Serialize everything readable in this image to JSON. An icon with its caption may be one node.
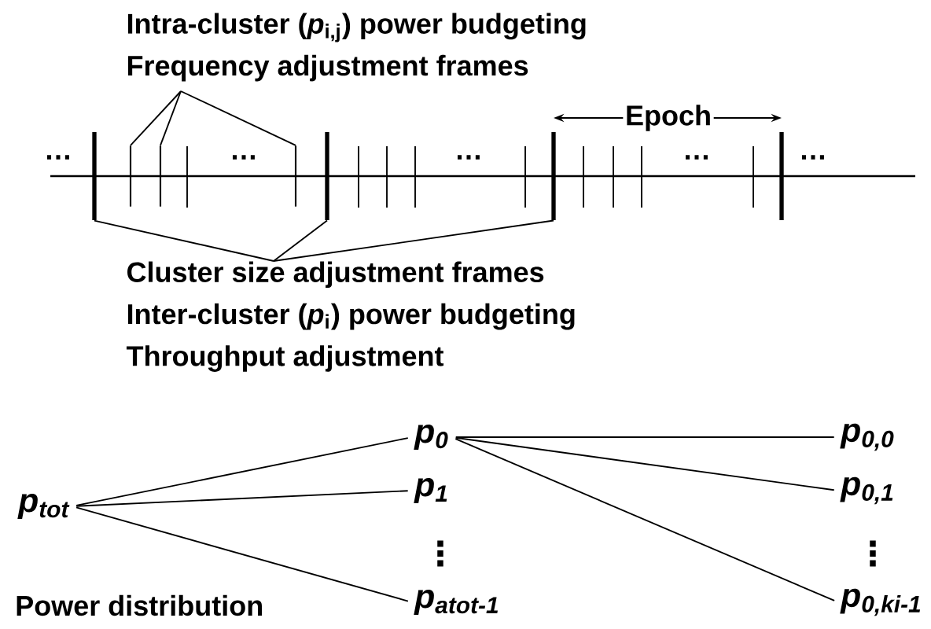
{
  "diagram": {
    "nodes": [
      {
        "text": [
          "Intra-cluster (*p*$_{i,j}$) power budgeting",
          "Frequency adjustment frames"
        ]
      },
      {
        "text": [],
        "shape": "bar"
      },
      {
        "text": [],
        "shape": "bar"
      },
      {
        "text": [],
        "shape": "bar"
      },
      {
        "text": [],
        "shape": "bar"
      },
      {
        "text": [],
        "shape": "bar"
      },
      {
        "text": [],
        "shape": "bar"
      },
      {
        "text": [
          "Cluster size adjustment frames",
          "Inter-cluster (*p*$_{i}$) power budgeting",
          "Throughput adjustment"
        ]
      },
      {
        "text": [
          "p$_{tot}$"
        ]
      },
      {
        "text": [
          "p$_{0}$"
        ]
      },
      {
        "text": [
          "p$_{1}$"
        ]
      },
      {
        "text": [
          "p$_{atot-1}$"
        ]
      },
      {
        "text": [
          "p$_{0,0}$"
        ]
      },
      {
        "text": [
          "p$_{0,1}$"
        ]
      },
      {
        "text": [
          "p$_{0,ki-1}$"
        ]
      }
    ],
    "edges": [
      {
        "from": 0,
        "to": 2,
        "arrow": "none"
      },
      {
        "from": 0,
        "to": 3,
        "arrow": "none"
      },
      {
        "from": 0,
        "to": 4,
        "arrow": "none"
      },
      {
        "from": 7,
        "to": 1,
        "arrow": "none"
      },
      {
        "from": 7,
        "to": 5,
        "arrow": "none"
      },
      {
        "from": 7,
        "to": 6,
        "arrow": "none"
      },
      {
        "from": 8,
        "to": 9,
        "arrow": "none"
      },
      {
        "from": 8,
        "to": 10,
        "arrow": "none"
      },
      {
        "from": 8,
        "to": 11,
        "arrow": "none"
      },
      {
        "from": 9,
        "to": 12,
        "arrow": "none"
      },
      {
        "from": 9,
        "to": 13,
        "arrow": "none"
      },
      {
        "from": 9,
        "to": 14,
        "arrow": "none"
      }
    ],
    "labels": [
      "Epoch",
      "…",
      "…",
      "…",
      "…",
      "…",
      "⋮",
      "⋮",
      "Power distribution"
    ]
  }
}
